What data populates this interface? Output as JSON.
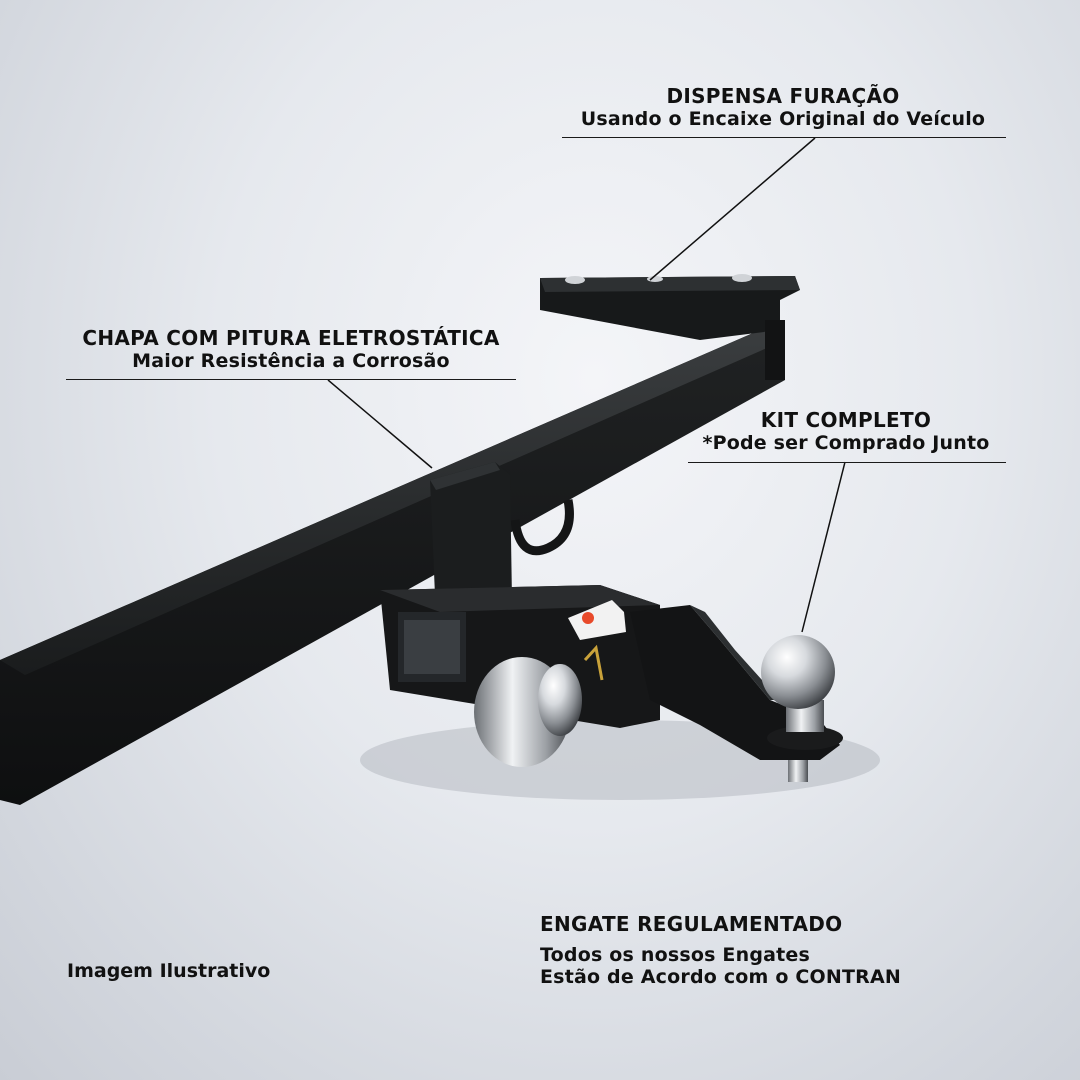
{
  "callouts": {
    "dispensa": {
      "title": "DISPENSA FURAÇÃO",
      "subtitle": "Usando o Encaixe Original do Veículo"
    },
    "chapa": {
      "title": "CHAPA COM PITURA ELETROSTÁTICA",
      "subtitle": "Maior Resistência a Corrosão"
    },
    "kit": {
      "title": "KIT COMPLETO",
      "subtitle": "*Pode ser Comprado Junto"
    },
    "engate": {
      "title": "ENGATE REGULAMENTADO",
      "line1": "Todos os nossos Engates",
      "line2": "Estão de Acordo com o CONTRAN"
    }
  },
  "footer_note": "Imagem Ilustrativo",
  "colors": {
    "background": "#e6e9ee",
    "bar": "#1c1e1f",
    "chrome": "#c9ccd0",
    "text": "#111111"
  }
}
